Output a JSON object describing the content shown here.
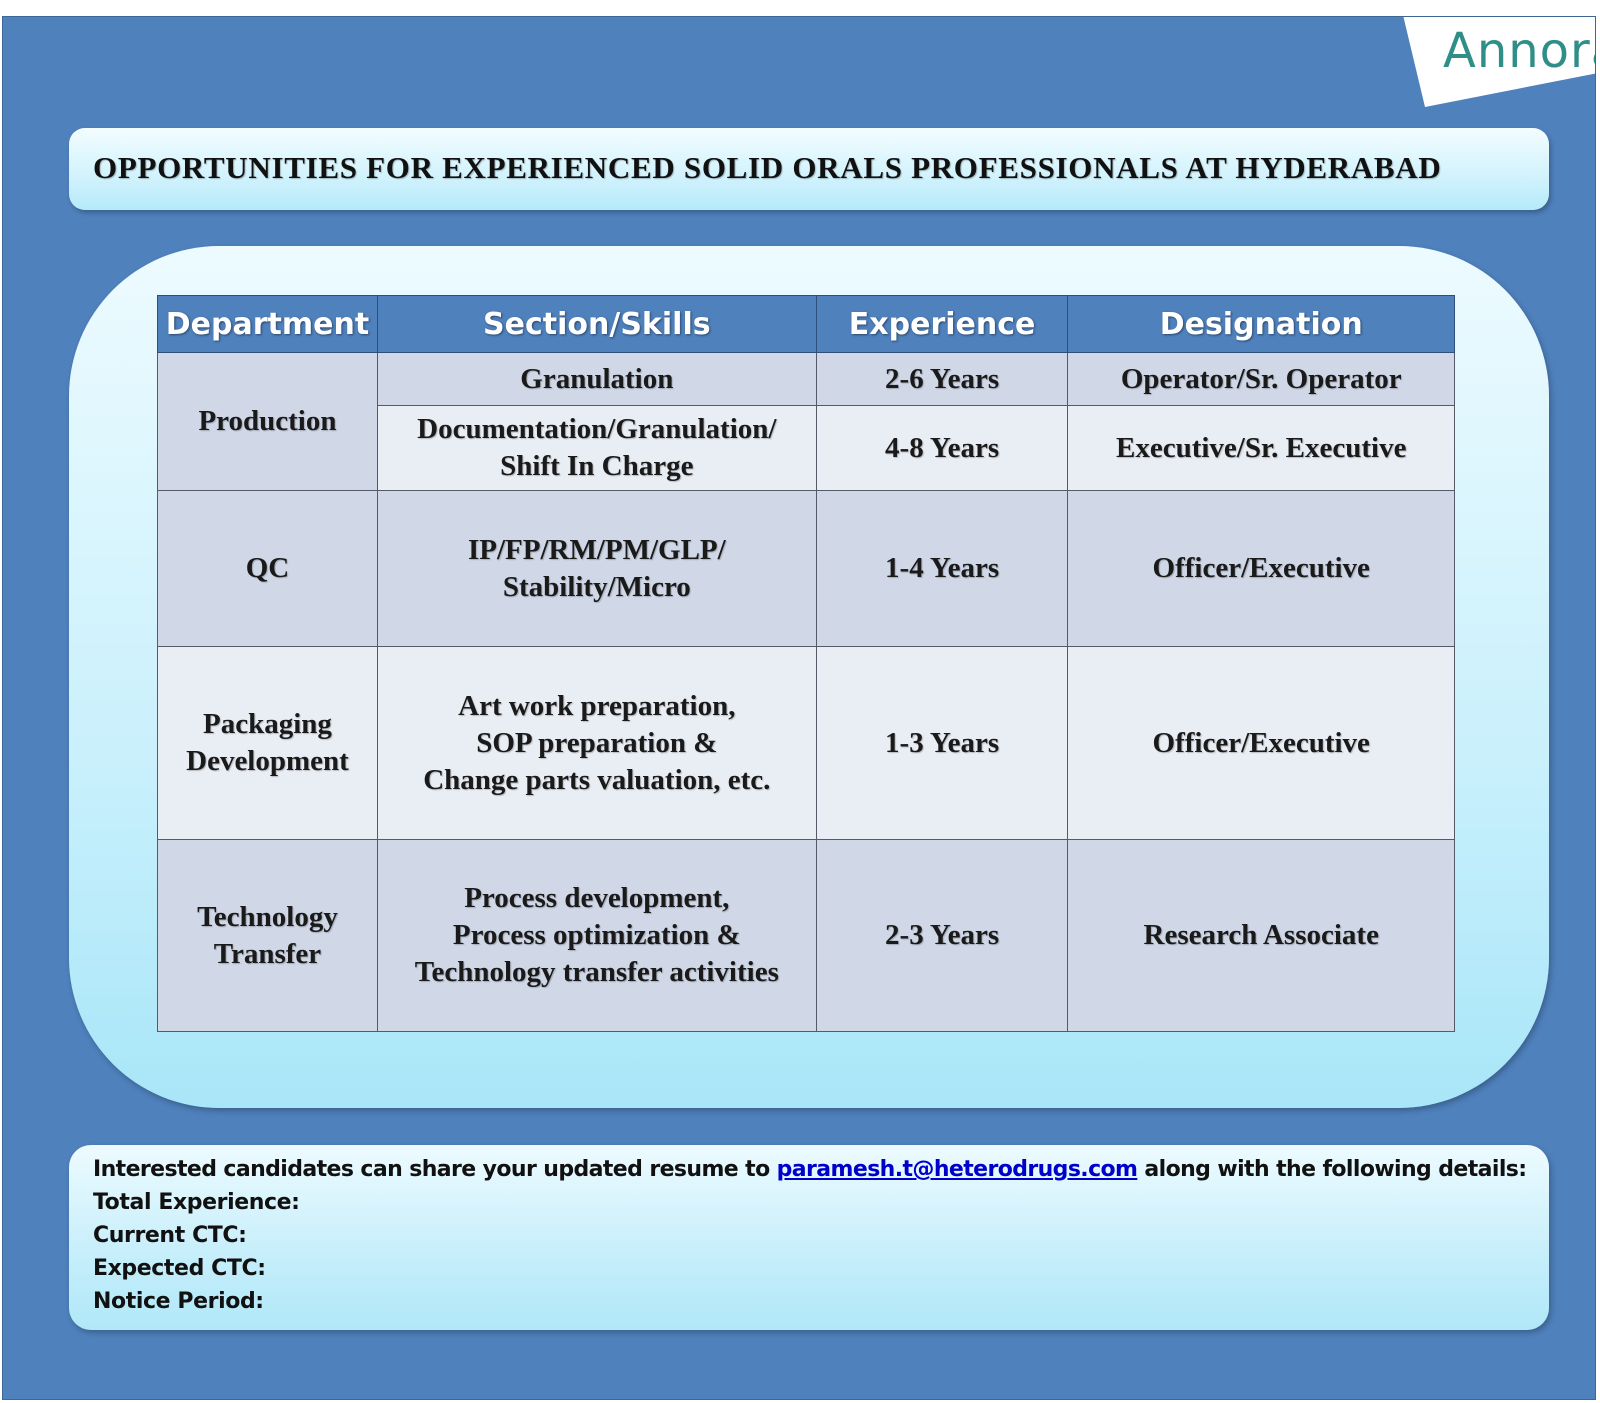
{
  "logo": {
    "text": "Annora"
  },
  "title": "OPPORTUNITIES FOR EXPERIENCED SOLID ORALS PROFESSIONALS AT HYDERABAD",
  "table": {
    "headers": [
      "Department",
      "Section/Skills",
      "Experience",
      "Designation"
    ],
    "rows": [
      {
        "department": "Production",
        "skills": [
          "Granulation"
        ],
        "experience": "2-6 Years",
        "designation": "Operator/Sr. Operator"
      },
      {
        "department": "Production",
        "skills": [
          "Documentation/Granulation/",
          "Shift In Charge"
        ],
        "experience": "4-8 Years",
        "designation": "Executive/Sr. Executive"
      },
      {
        "department": "QC",
        "skills": [
          "IP/FP/RM/PM/GLP/",
          "Stability/Micro"
        ],
        "experience": "1-4 Years",
        "designation": "Officer/Executive"
      },
      {
        "department": [
          "Packaging",
          "Development"
        ],
        "skills": [
          "Art work preparation,",
          "SOP preparation &",
          "Change parts valuation, etc."
        ],
        "experience": "1-3 Years",
        "designation": "Officer/Executive"
      },
      {
        "department": [
          "Technology",
          "Transfer"
        ],
        "skills": [
          "Process development,",
          "Process optimization &",
          "Technology transfer activities"
        ],
        "experience": "2-3 Years",
        "designation": "Research Associate"
      }
    ]
  },
  "footer": {
    "intro_before": "Interested candidates can share your updated resume to ",
    "email": "paramesh.t@heterodrugs.com",
    "intro_after": " along with the following details:",
    "details": [
      "Total Experience:",
      "Current CTC:",
      "Expected CTC:",
      "Notice Period:"
    ]
  },
  "colors": {
    "background": "#4f81bd",
    "header_row": "#4f81bd",
    "row_dark": "#d0d8e8",
    "row_light": "#e9edf4",
    "logo_text": "#2f8f88",
    "link": "#0000cc"
  }
}
